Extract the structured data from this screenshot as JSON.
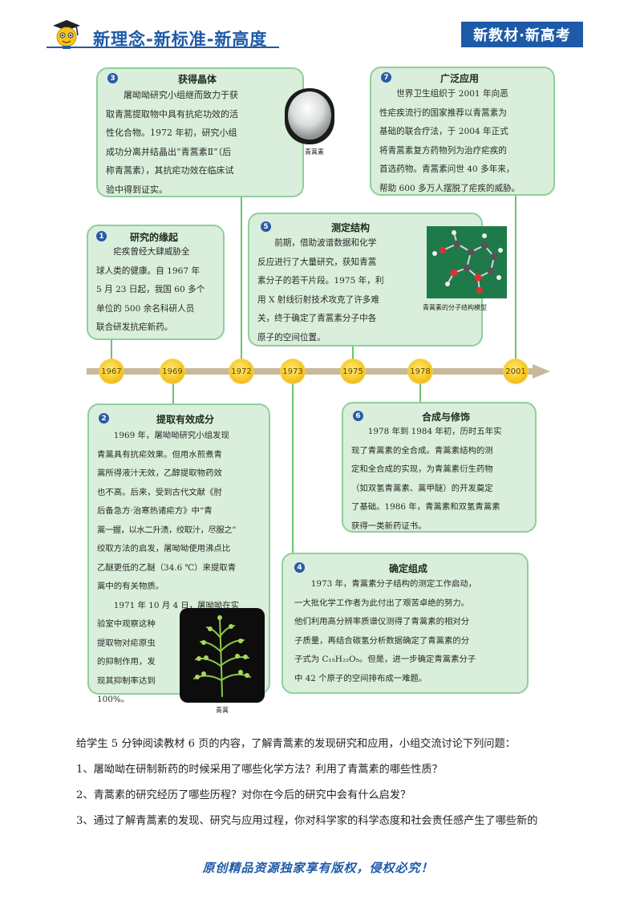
{
  "header": {
    "slogan": "新理念-新标准-新高度",
    "badge": "新教材·新高考"
  },
  "cards": {
    "c3": {
      "num": "3",
      "title": "获得晶体",
      "lines": [
        "屠呦呦研究小组继而致力于获",
        "取青蒿提取物中具有抗疟功效的活",
        "性化合物。1972 年初，研究小组",
        "成功分离并结晶出“青蒿素Ⅱ”（后",
        "称青蒿素），其抗疟功效在临床试",
        "验中得到证实。"
      ],
      "caption": "青蒿素"
    },
    "c7": {
      "num": "7",
      "title": "广泛应用",
      "lines": [
        "世界卫生组织于 2001 年向恶",
        "性疟疾流行的国家推荐以青蒿素为",
        "基础的联合疗法，于 2004 年正式",
        "将青蒿素复方药物列为治疗疟疾的",
        "首选药物。青蒿素问世 40 多年来，",
        "帮助 600 多万人摆脱了疟疾的威胁。"
      ]
    },
    "c1": {
      "num": "1",
      "title": "研究的缘起",
      "lines": [
        "疟疾曾经大肆威胁全",
        "球人类的健康。自 1967 年",
        "5 月 23 日起，我国 60 多个",
        "单位的 500 余名科研人员",
        "联合研发抗疟新药。"
      ]
    },
    "c5": {
      "num": "5",
      "title": "测定结构",
      "lines": [
        "前期，借助波谱数据和化学",
        "反应进行了大量研究，获知青蒿",
        "素分子的若干片段。1975 年，利",
        "用 X 射线衍射技术攻克了许多难",
        "关，终于确定了青蒿素分子中各",
        "原子的空间位置。"
      ],
      "caption": "青蒿素的分子结构模型"
    },
    "c2": {
      "num": "2",
      "title": "提取有效成分",
      "lines": [
        "1969 年，屠呦呦研究小组发现",
        "青蒿具有抗疟效果。但用水煎煮青",
        "蒿所得液汁无效，乙醇提取物药效",
        "也不高。后来，受到古代文献《肘",
        "后备急方·治寒热诸疟方》中“青",
        "蒿一握，以水二升渍，绞取汁，尽服之”",
        "绞取方法的启发，屠呦呦使用沸点比",
        "乙醚更低的乙醚（34.6 ℃）来提取青",
        "蒿中的有关物质。",
        "1971 年 10 月 4 日，屠呦呦在实",
        "验室中观察这种",
        "提取物对疟原虫",
        "的抑制作用，发",
        "现其抑制率达到",
        "100%。"
      ],
      "caption": "青蒿"
    },
    "c6": {
      "num": "6",
      "title": "合成与修饰",
      "lines": [
        "1978 年到 1984 年初，历时五年实",
        "现了青蒿素的全合成。青蒿素结构的测",
        "定和全合成的实现，为青蒿素衍生药物",
        "（如双氢青蒿素、蒿甲醚）的开发奠定",
        "了基础。1986 年，青蒿素和双氢青蒿素",
        "获得一类新药证书。"
      ]
    },
    "c4": {
      "num": "4",
      "title": "确定组成",
      "lines": [
        "1973 年，青蒿素分子结构的测定工作启动，",
        "一大批化学工作者为此付出了艰苦卓绝的努力。",
        "他们利用高分辨率质谱仪测得了青蒿素的相对分",
        "子质量，再结合碳氢分析数据确定了青蒿素的分",
        "子式为 C₁₅H₂₂O₅。但是，进一步确定青蒿素分子",
        "中 42 个原子的空间排布成一难题。"
      ]
    }
  },
  "timeline": [
    "1967",
    "1969",
    "1972",
    "1973",
    "1975",
    "1978",
    "2001"
  ],
  "questions": [
    "给学生 5 分钟阅读教材 6 页的内容，了解青蒿素的发现研究和应用，小组交流讨论下列问题：",
    "1、屠呦呦在研制新药的时候采用了哪些化学方法？利用了青蒿素的哪些性质？",
    "2、青蒿素的研究经历了哪些历程？对你在今后的研究中会有什么启发？",
    "3、通过了解青蒿素的发现、研究与应用过程，你对科学家的科学态度和社会责任感产生了哪些新的"
  ],
  "footer": "原创精品资源独家享有版权，侵权必究！"
}
